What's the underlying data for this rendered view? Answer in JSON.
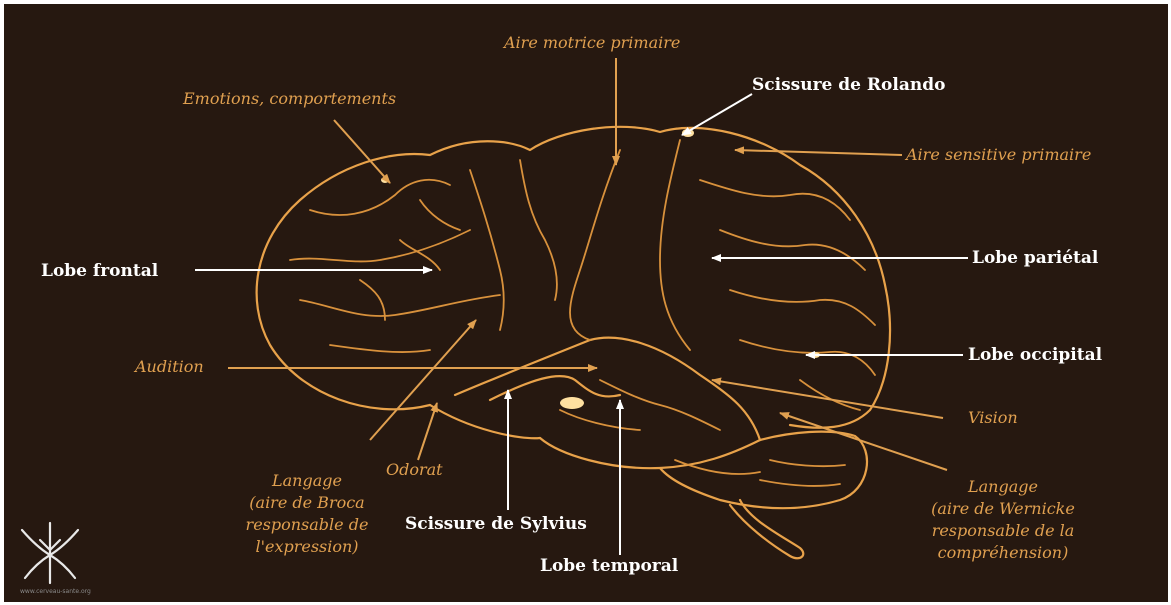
{
  "colors": {
    "background": "#261810",
    "brain_line": "#e8a24a",
    "label_white": "#ffffff",
    "label_orange": "#e0a050"
  },
  "labels": {
    "aire_motrice": "Aire motrice primaire",
    "scissure_rolando": "Scissure de Rolando",
    "emotions": "Emotions, comportements",
    "aire_sensitive": "Aire sensitive primaire",
    "lobe_frontal": "Lobe frontal",
    "lobe_parietal": "Lobe pariétal",
    "lobe_occipital": "Lobe occipital",
    "audition": "Audition",
    "vision": "Vision",
    "odorat": "Odorat",
    "langage_broca": [
      "Langage",
      "(aire de Broca",
      "responsable de",
      "l'expression)"
    ],
    "langage_wernicke": [
      "Langage",
      "(aire de Wernicke",
      "responsable de la",
      "compréhension)"
    ],
    "scissure_sylvius": "Scissure de Sylvius",
    "lobe_temporal": "Lobe temporal"
  },
  "logo": {
    "icon": "stylized-figure-logo-icon",
    "text": "www.cerveau-sante.org"
  }
}
